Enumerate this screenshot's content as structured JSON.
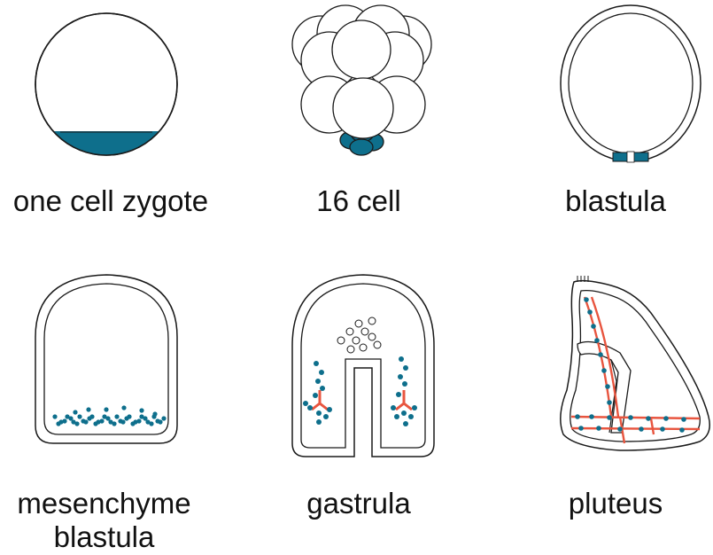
{
  "colors": {
    "micromere_teal": "#0e6f8c",
    "spicule_red": "#e8553f",
    "outline": "#1a1a1a"
  },
  "stages": [
    {
      "label": "one cell zygote"
    },
    {
      "label": "16 cell"
    },
    {
      "label": "blastula"
    },
    {
      "label_line1": "mesenchyme",
      "label_line2": "blastula"
    },
    {
      "label": "gastrula"
    },
    {
      "label": "pluteus"
    }
  ]
}
